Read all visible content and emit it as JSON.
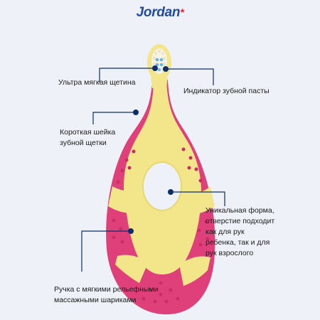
{
  "brand": {
    "name": "Jordan",
    "mark": "*"
  },
  "labels": {
    "soft_bristles": "Ультра мягкая щетина",
    "paste_indicator": "Индикатор зубной пасты",
    "short_neck_1": "Короткая шейка",
    "short_neck_2": "зубной щетки",
    "shape_1": "Уникальная форма,",
    "shape_2": "отверстие подходит",
    "shape_3": "как для рук",
    "shape_4": "ребенка, так и для",
    "shape_5": "рук взрослого",
    "handle_1": "Ручка с мягкими рельефными",
    "handle_2": "массажными шариками"
  },
  "colors": {
    "background": "#eef1f7",
    "brand_blue": "#1f4aa8",
    "brand_red": "#e2232a",
    "handle_yellow": "#f3e58a",
    "handle_pink": "#e0407a",
    "callout_navy": "#0d2d6b"
  }
}
